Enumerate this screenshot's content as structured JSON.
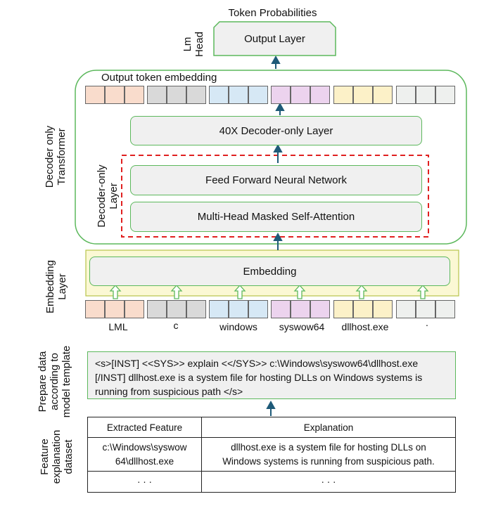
{
  "titles": {
    "token_probabilities": "Token Probabilities",
    "lm_head": "Lm\nHead",
    "output_layer": "Output Layer",
    "output_token_embedding": "Output token embedding",
    "decoder_only_transformer": "Decoder only\nTransformer",
    "decoder_layers": "40X Decoder-only Layer",
    "decoder_only_layer": "Decoder-only\nLayer",
    "ffnn": "Feed Forward Neural Network",
    "mhsa": "Multi-Head Masked Self-Attention",
    "embedding_layer": "Embedding\nLayer",
    "embedding": "Embedding",
    "prepare_data": "Prepare data\naccording to\nmodel template",
    "feature_dataset": "Feature\nexplanation\ndataset"
  },
  "tokens": [
    "LML",
    "c",
    "windows",
    "syswow64",
    "dllhost.exe",
    "."
  ],
  "template_text": "<s>[INST] <<SYS>> explain <</SYS>> c:\\Windows\\syswow64\\dllhost.exe [/INST] dllhost.exe is a system file for hosting DLLs on Windows systems is running from suspicious path </s>",
  "table": {
    "headers": [
      "Extracted Feature",
      "Explanation"
    ],
    "rows": [
      [
        "c:\\Windows\\syswow 64\\dllhost.exe",
        "dllhost.exe is a system file for hosting DLLs on Windows systems is running from suspicious path."
      ],
      [
        "· · ·",
        "· · ·"
      ]
    ]
  },
  "colors": {
    "token_groups": [
      "#f9dccc",
      "#d9d9d9",
      "#d6e8f5",
      "#ecd3ee",
      "#fcf1c8",
      "#eef0ee"
    ],
    "green": "#5cb85c",
    "arrow": "#1e5a78",
    "red_dash": "#e02020",
    "embed_bg": "#fbf8d4"
  }
}
